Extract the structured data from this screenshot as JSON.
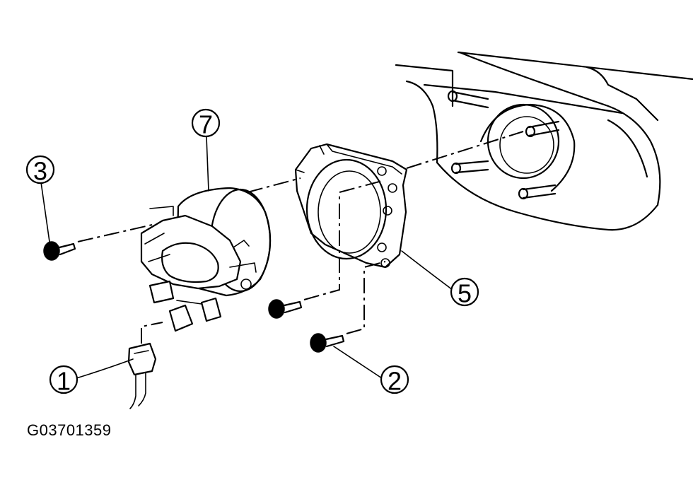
{
  "figure_code": "G03701359",
  "callouts": [
    {
      "id": "1",
      "label": "1"
    },
    {
      "id": "2",
      "label": "2"
    },
    {
      "id": "3",
      "label": "3"
    },
    {
      "id": "5",
      "label": "5"
    },
    {
      "id": "7",
      "label": "7"
    }
  ]
}
